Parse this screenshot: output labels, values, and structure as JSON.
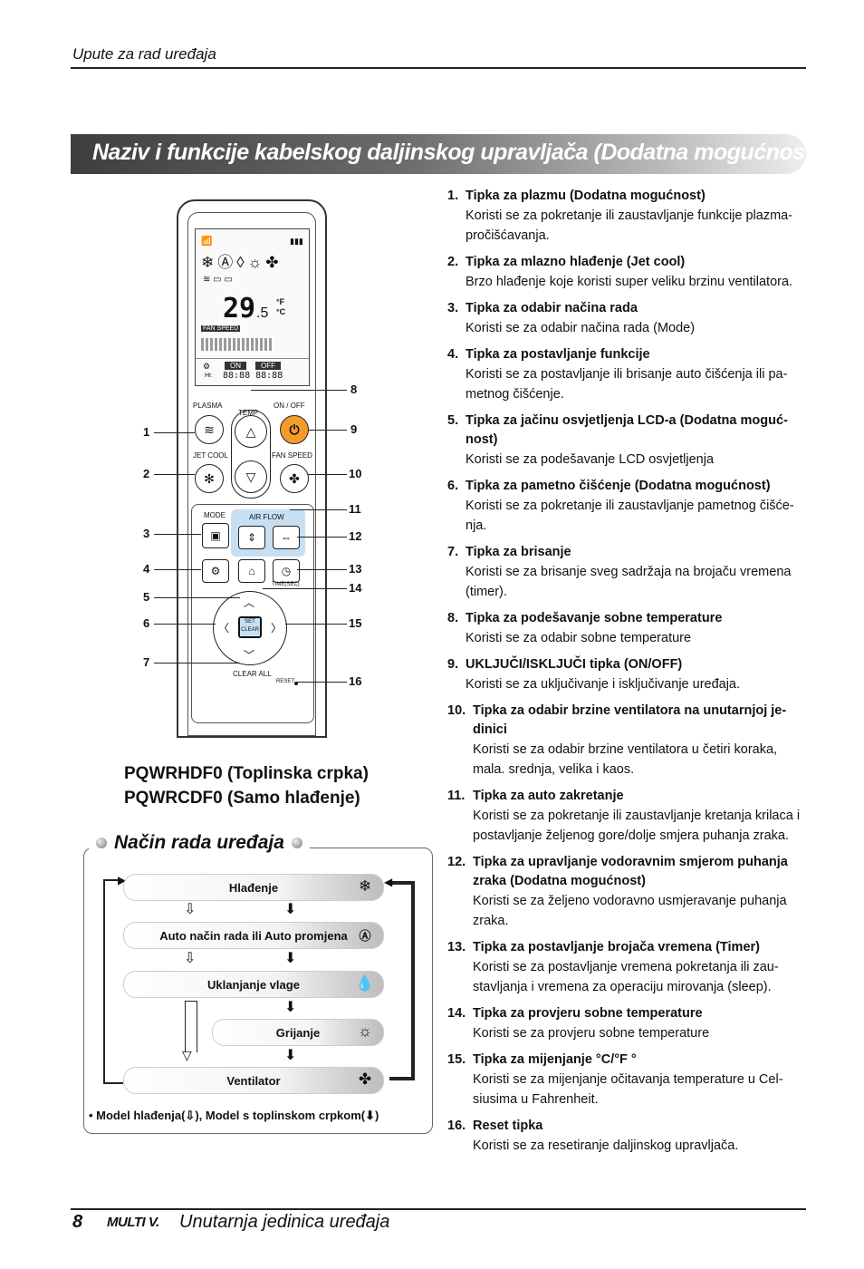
{
  "header": {
    "running_title": "Upute za rad uređaja"
  },
  "banner": {
    "title": "Naziv i funkcije kabelskog daljinskog upravljača (Dodatna mogućnost)"
  },
  "remote": {
    "labels": {
      "plasma": "PLASMA",
      "temp": "TEMP",
      "on_off": "ON / OFF",
      "jet_cool": "JET COOL",
      "fan_speed": "FAN SPEED",
      "mode": "MODE",
      "air_flow": "AIR FLOW",
      "set": "SET",
      "clear": "CLEAR",
      "clear_all": "CLEAR ALL",
      "reset": "RESET",
      "time_sec": "TIME(SEC)"
    },
    "lcd": {
      "temperature": "29",
      "decimal": ".5",
      "unit_f": "°F",
      "unit_c": "°C",
      "fan_speed": "FAN SPEED",
      "on": "ON",
      "off": "OFF",
      "hr": "Hr."
    },
    "callouts_left": [
      "1",
      "2",
      "3",
      "4",
      "5",
      "6",
      "7"
    ],
    "callouts_right": [
      "8",
      "9",
      "10",
      "11",
      "12",
      "13",
      "14",
      "15",
      "16"
    ]
  },
  "models": {
    "line1": "PQWRHDF0 (Toplinska crpka)",
    "line2": "PQWRCDF0 (Samo hlađenje)"
  },
  "modes": {
    "title": "Način rada uređaja",
    "items": [
      "Hlađenje",
      "Auto način rada ili Auto promjena",
      "Uklanjanje vlage",
      "Grijanje",
      "Ventilator"
    ],
    "icons": [
      "snowflake-icon",
      "auto-icon",
      "droplet-icon",
      "sun-icon",
      "fan-icon"
    ],
    "footnote_a": "• Model hlađenja(",
    "footnote_b": "), Model s toplinskom crpkom(",
    "footnote_c": ")"
  },
  "functions": [
    {
      "num": "1.",
      "title": "Tipka za plazmu (Dodatna mogućnost)",
      "desc": "Koristi se za pokretanje ili zaustavljanje funkcije plazma-pročišćavanja."
    },
    {
      "num": "2.",
      "title": "Tipka za mlazno hlađenje (Jet cool)",
      "desc": "Brzo hlađenje koje koristi super veliku brzinu ventilatora."
    },
    {
      "num": "3.",
      "title": "Tipka za odabir načina rada",
      "desc": "Koristi se za odabir načina rada (Mode)"
    },
    {
      "num": "4.",
      "title": "Tipka za postavljanje funkcije",
      "desc": "Koristi se za postavljanje ili brisanje auto čišćenja ili pa-metnog čišćenje."
    },
    {
      "num": "5.",
      "title": "Tipka za jačinu osvjetljenja LCD-a (Dodatna moguć-nost)",
      "desc": "Koristi se za podešavanje LCD osvjetljenja"
    },
    {
      "num": "6.",
      "title": "Tipka za pametno čišćenje (Dodatna mogućnost)",
      "desc": "Koristi se za pokretanje ili zaustavljanje pametnog čišće-nja."
    },
    {
      "num": "7.",
      "title": "Tipka za brisanje",
      "desc": "Koristi se za brisanje sveg sadržaja na brojaču vremena (timer)."
    },
    {
      "num": "8.",
      "title": "Tipka za podešavanje sobne temperature",
      "desc": "Koristi se za odabir sobne temperature"
    },
    {
      "num": "9.",
      "title": "UKLJUČI/ISKLJUČI tipka (ON/OFF)",
      "desc": "Koristi se za uključivanje i isključivanje uređaja."
    },
    {
      "num": "10.",
      "title": "Tipka za odabir brzine ventilatora na unutarnjoj je-dinici",
      "desc": "Koristi se za odabir brzine ventilatora u četiri koraka, mala. srednja, velika i kaos."
    },
    {
      "num": "11.",
      "title": "Tipka za auto zakretanje",
      "desc": "Koristi se za pokretanje ili zaustavljanje kretanja krilaca i postavljanje željenog gore/dolje smjera puhanja zraka."
    },
    {
      "num": "12.",
      "title": "Tipka za upravljanje vodoravnim smjerom puhanja zraka (Dodatna mogućnost)",
      "desc": "Koristi se za željeno vodoravno usmjeravanje puhanja zraka."
    },
    {
      "num": "13.",
      "title": "Tipka za postavljanje brojača vremena (Timer)",
      "desc": "Koristi se za postavljanje vremena pokretanja ili zau-stavljanja i vremena za operaciju mirovanja (sleep)."
    },
    {
      "num": "14.",
      "title": "Tipka za provjeru sobne temperature",
      "desc": "Koristi se za provjeru sobne temperature"
    },
    {
      "num": "15.",
      "title": "Tipka za mijenjanje °C/°F °",
      "desc": "Koristi se za mijenjanje očitavanja  temperature u Cel-siusima u Fahrenheit."
    },
    {
      "num": "16.",
      "title": "Reset tipka",
      "desc": "Koristi se za resetiranje daljinskog upravljača."
    }
  ],
  "footer": {
    "page_number": "8",
    "brand": "MULTI V.",
    "text": "Unutarnja jedinica uređaja"
  }
}
